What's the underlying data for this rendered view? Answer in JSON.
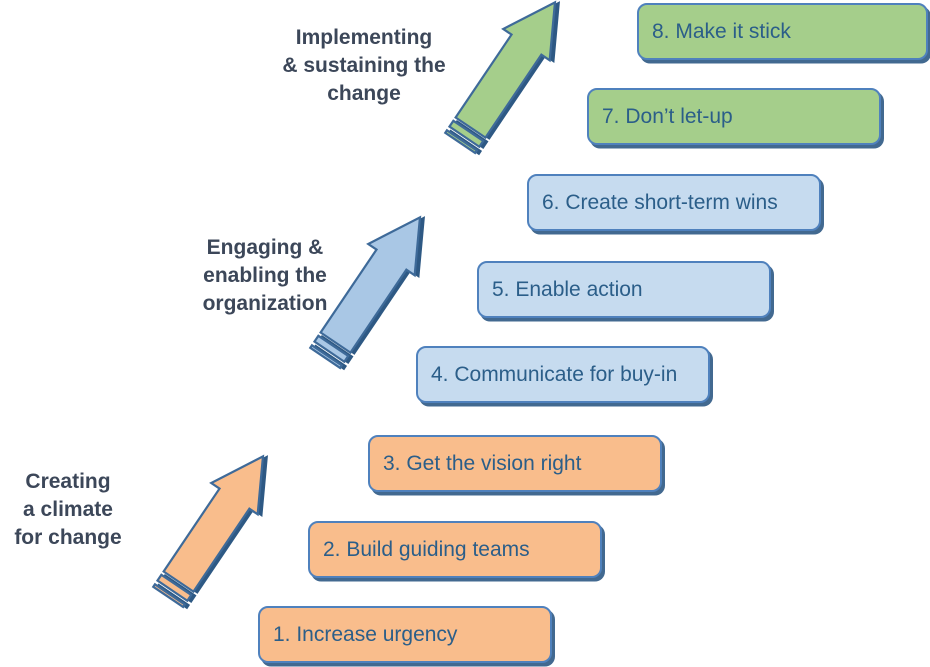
{
  "title": "Kotter eight step change model staircase diagram",
  "palette": {
    "orange_fill": "#F9BD8C",
    "blue_box_fill": "#C6DBEF",
    "blue_arrow_fill": "#A9C7E5",
    "green_fill": "#A5CE8B",
    "box_border_blue": "#4F81BD",
    "arrow_border_blue": "#3E6A99",
    "shadow_blue": "#2E5984",
    "step_text": "#2B5E89",
    "stage_label_text": "#3C4759",
    "background": "#ffffff"
  },
  "stages": [
    {
      "id": "climate",
      "lines": [
        "Creating",
        "a climate",
        "for change"
      ],
      "color": "orange",
      "arrow_icon": "striped-up-right-arrow"
    },
    {
      "id": "engaging",
      "lines": [
        "Engaging &",
        "enabling the",
        "organization"
      ],
      "color": "blue",
      "arrow_icon": "striped-up-right-arrow"
    },
    {
      "id": "implementing",
      "lines": [
        "Implementing",
        "& sustaining the",
        "change"
      ],
      "color": "green",
      "arrow_icon": "striped-up-right-arrow"
    }
  ],
  "steps": [
    {
      "label": "1. Increase urgency",
      "stage": "climate",
      "color": "orange"
    },
    {
      "label": "2. Build guiding teams",
      "stage": "climate",
      "color": "orange"
    },
    {
      "label": "3. Get the vision right",
      "stage": "climate",
      "color": "orange"
    },
    {
      "label": "4. Communicate for buy-in",
      "stage": "engaging",
      "color": "blue"
    },
    {
      "label": "5. Enable action",
      "stage": "engaging",
      "color": "blue"
    },
    {
      "label": "6. Create short-term wins",
      "stage": "engaging",
      "color": "blue"
    },
    {
      "label": "7. Don’t let-up",
      "stage": "implementing",
      "color": "green"
    },
    {
      "label": "8. Make it stick",
      "stage": "implementing",
      "color": "green"
    }
  ]
}
